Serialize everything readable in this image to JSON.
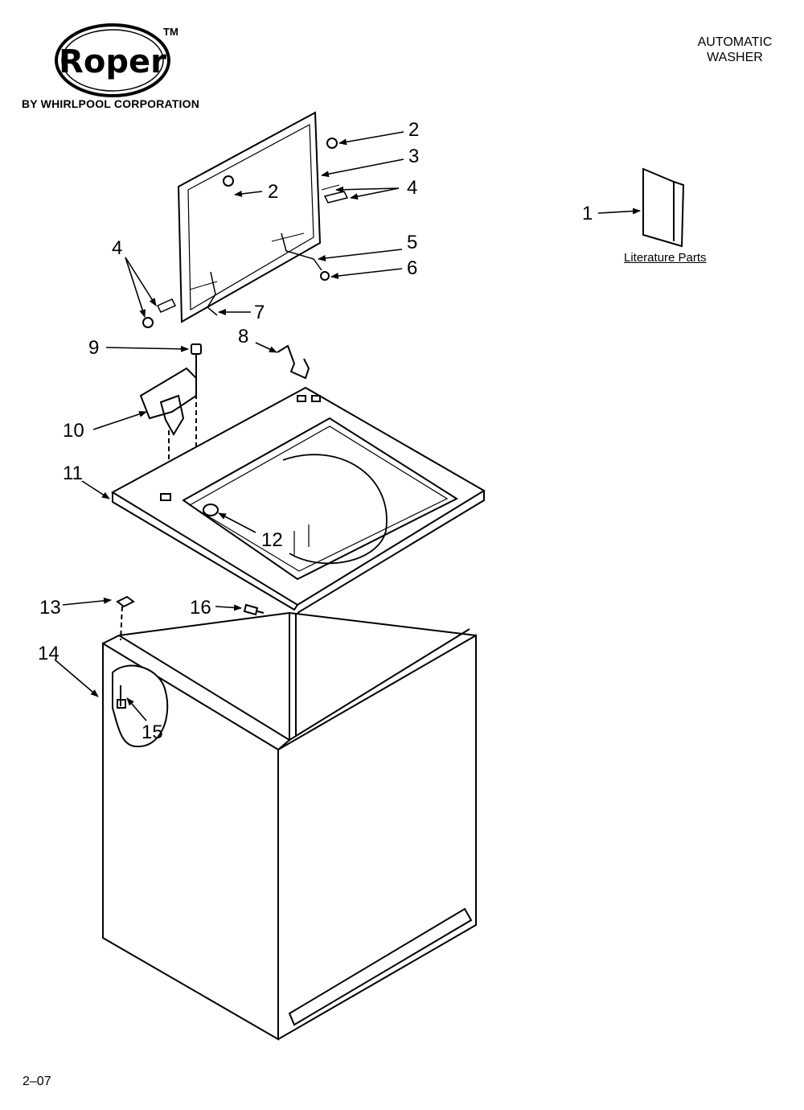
{
  "brand": {
    "logo_word": "Roper",
    "trademark": "TM",
    "subtitle": "BY WHIRLPOOL CORPORATION"
  },
  "title": {
    "line1": "AUTOMATIC",
    "line2": "WASHER"
  },
  "literature_label": "Literature Parts",
  "page_number": "2–07",
  "callouts": {
    "c1": "1",
    "c2a": "2",
    "c2b": "2",
    "c3": "3",
    "c4a": "4",
    "c4b": "4",
    "c5": "5",
    "c6": "6",
    "c7": "7",
    "c8": "8",
    "c9": "9",
    "c10": "10",
    "c11": "11",
    "c12": "12",
    "c13": "13",
    "c14": "14",
    "c15": "15",
    "c16": "16"
  }
}
